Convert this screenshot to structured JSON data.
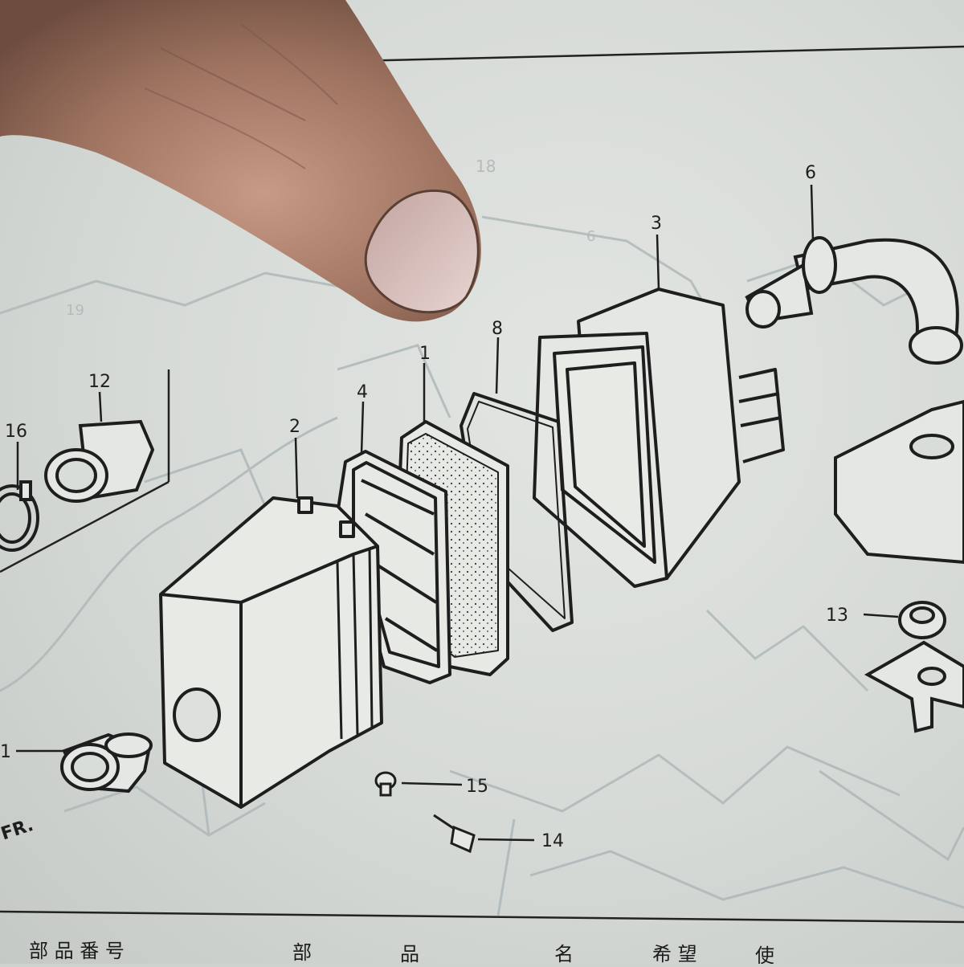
{
  "diagram": {
    "callouts": {
      "c1_filter": "1",
      "c1_left": "1",
      "c2": "2",
      "c3": "3",
      "c4": "4",
      "c6": "6",
      "c8": "8",
      "c12": "12",
      "c13": "13",
      "c14": "14",
      "c15": "15",
      "c16": "16"
    },
    "direction_mark": "FR.",
    "background_refs": [
      "18",
      "6",
      "19"
    ]
  },
  "footer": {
    "col1": "部 品 番 号",
    "col2": "部",
    "col3": "品",
    "col4": "名",
    "col5": "希 望",
    "col6": "使"
  },
  "colors": {
    "paper": "#dfe2de",
    "ink": "#1e1e1e",
    "faint_ink": "#a9b3b4",
    "skin": "#a07a66"
  }
}
